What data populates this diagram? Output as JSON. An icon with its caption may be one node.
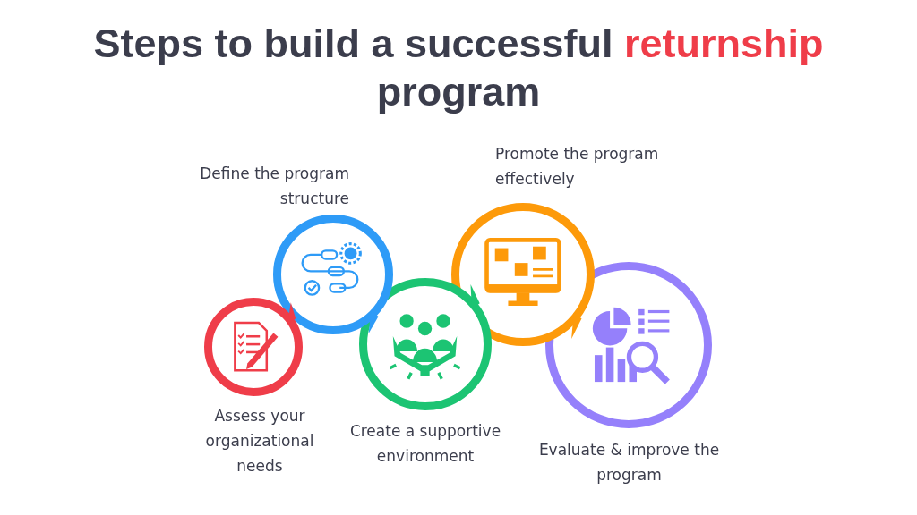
{
  "diagram": {
    "title": "Steps to build a successful **returnship** program",
    "nodes": [
      {
        "text": [
          "Assess your organizational needs"
        ]
      },
      {
        "text": [
          "Define the program structure"
        ]
      },
      {
        "text": [
          "Create a supportive environment"
        ]
      },
      {
        "text": [
          "Promote the program effectively"
        ]
      },
      {
        "text": [
          "Evaluate & improve the program"
        ]
      }
    ]
  }
}
